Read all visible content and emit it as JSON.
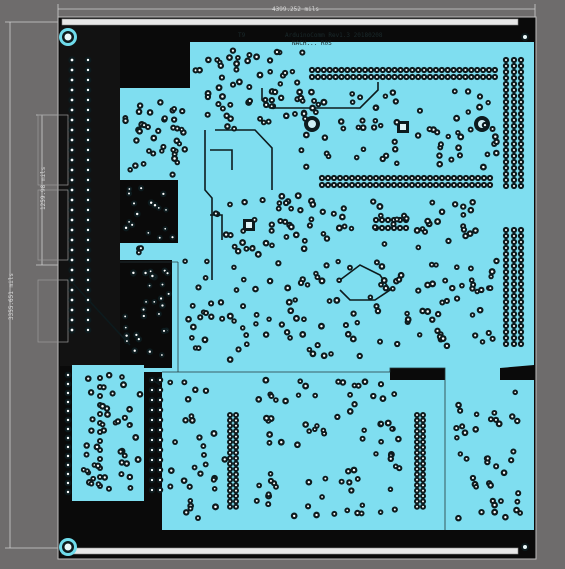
{
  "app": {
    "view": "PCB layout viewer"
  },
  "dimensions": {
    "width_label": "4399.252 mils",
    "height_label": "3355.651 mils",
    "spacing_label_1": "1259.98 mils"
  },
  "silkscreen": {
    "title_line_1": "ArduinoComm Rev1.3  20180208",
    "title_line_2": "T9",
    "title_line_3": "NACH...  R0S"
  },
  "colors": {
    "board_background": "#6e6c6c",
    "copper_pour": "#7fdef0",
    "board_dark": "#0a0a0a",
    "pad_fill": "#ffffff",
    "via_ring": "#0d1b1e",
    "frame_line": "#c8c8c8",
    "mount_hole": "#6fdcec"
  }
}
